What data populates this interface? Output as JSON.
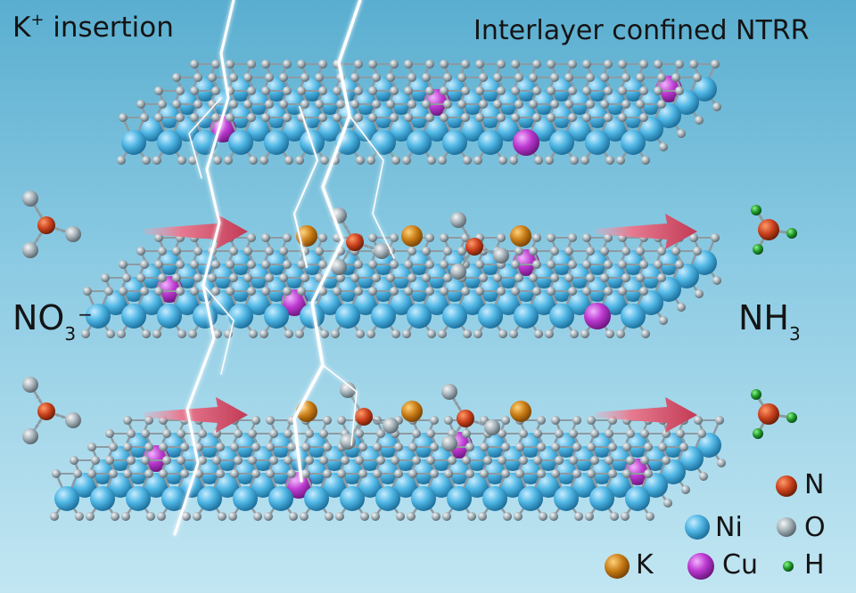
{
  "titles": {
    "left": {
      "base": "K",
      "sup": "+",
      "rest": " insertion"
    },
    "right": "Interlayer confined NTRR"
  },
  "species": {
    "reactant": {
      "base": "NO",
      "sub": "3",
      "sup": "−"
    },
    "product": {
      "base": "NH",
      "sub": "3"
    }
  },
  "legend": [
    {
      "symbol": "N",
      "color": "#c8401c"
    },
    {
      "symbol": "Ni",
      "color": "#4fb6e4"
    },
    {
      "symbol": "O",
      "color": "#a8b4bb"
    },
    {
      "symbol": "K",
      "color": "#c77a14"
    },
    {
      "symbol": "Cu",
      "color": "#bd3ad1"
    },
    {
      "symbol": "H",
      "color": "#1f9a2c"
    }
  ],
  "colors": {
    "background_top": "#5aaed0",
    "background_bottom": "#c2e6f2",
    "arrow": "#d24a63",
    "bond": "#8e9aa1"
  }
}
